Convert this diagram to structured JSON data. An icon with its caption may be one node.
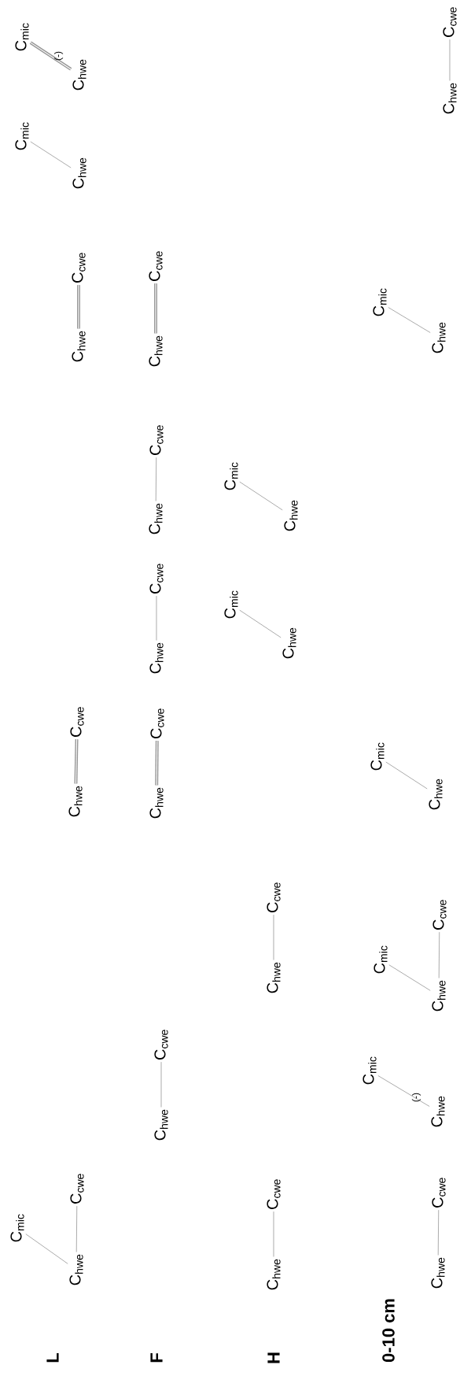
{
  "diagram": {
    "nodes": [
      {
        "text": [
          "C$_{mic}$"
        ]
      },
      {
        "text": [
          "C$_{hwe}$"
        ]
      },
      {
        "text": [
          "C$_{cwe}$"
        ]
      },
      {
        "text": [
          "C$_{hwe}$"
        ]
      },
      {
        "text": [
          "C$_{cwe}$"
        ]
      },
      {
        "text": [
          "C$_{hwe}$"
        ]
      },
      {
        "text": [
          "C$_{cwe}$"
        ]
      },
      {
        "text": [
          "C$_{mic}$"
        ]
      },
      {
        "text": [
          "C$_{hwe}$"
        ]
      },
      {
        "text": [
          "C$_{mic}$"
        ]
      },
      {
        "text": [
          "C$_{hwe}$"
        ]
      },
      {
        "text": [
          "C$_{hwe}$"
        ]
      },
      {
        "text": [
          "C$_{cwe}$"
        ]
      },
      {
        "text": [
          "C$_{hwe}$"
        ]
      },
      {
        "text": [
          "C$_{cwe}$"
        ]
      },
      {
        "text": [
          "C$_{hwe}$"
        ]
      },
      {
        "text": [
          "C$_{cwe}$"
        ]
      },
      {
        "text": [
          "C$_{hwe}$"
        ]
      },
      {
        "text": [
          "C$_{cwe}$"
        ]
      },
      {
        "text": [
          "C$_{hwe}$"
        ]
      },
      {
        "text": [
          "C$_{cwe}$"
        ]
      },
      {
        "text": [
          "C$_{hwe}$"
        ]
      },
      {
        "text": [
          "C$_{cwe}$"
        ]
      },
      {
        "text": [
          "C$_{hwe}$"
        ]
      },
      {
        "text": [
          "C$_{cwe}$"
        ]
      },
      {
        "text": [
          "C$_{mic}$"
        ]
      },
      {
        "text": [
          "C$_{hwe}$"
        ]
      },
      {
        "text": [
          "C$_{mic}$"
        ]
      },
      {
        "text": [
          "C$_{hwe}$"
        ]
      },
      {
        "text": [
          "C$_{hwe}$"
        ]
      },
      {
        "text": [
          "C$_{cwe}$"
        ]
      },
      {
        "text": [
          "C$_{mic}$"
        ]
      },
      {
        "text": [
          "C$_{hwe}$"
        ]
      },
      {
        "text": [
          "C$_{mic}$"
        ]
      },
      {
        "text": [
          "C$_{hwe}$"
        ]
      },
      {
        "text": [
          "C$_{cwe}$"
        ]
      },
      {
        "text": [
          "C$_{mic}$"
        ]
      },
      {
        "text": [
          "C$_{hwe}$"
        ]
      },
      {
        "text": [
          "C$_{mic}$"
        ]
      },
      {
        "text": [
          "C$_{hwe}$"
        ]
      },
      {
        "text": [
          "C$_{hwe}$"
        ]
      },
      {
        "text": [
          "C$_{cwe}$"
        ]
      }
    ],
    "edges": [
      {
        "from": 0,
        "to": 1,
        "arrow": "none"
      },
      {
        "from": 1,
        "to": 2,
        "arrow": "none"
      },
      {
        "from": 3,
        "to": 4,
        "arrow": "none",
        "style": "thick"
      },
      {
        "from": 5,
        "to": 6,
        "arrow": "none",
        "style": "thick"
      },
      {
        "from": 7,
        "to": 8,
        "arrow": "none"
      },
      {
        "from": 9,
        "to": 10,
        "arrow": "none",
        "style": "thick",
        "label": "(-)"
      },
      {
        "from": 11,
        "to": 12,
        "arrow": "none"
      },
      {
        "from": 13,
        "to": 14,
        "arrow": "none",
        "style": "thick"
      },
      {
        "from": 15,
        "to": 16,
        "arrow": "none"
      },
      {
        "from": 17,
        "to": 18,
        "arrow": "none"
      },
      {
        "from": 19,
        "to": 20,
        "arrow": "none",
        "style": "thick"
      },
      {
        "from": 21,
        "to": 22,
        "arrow": "none"
      },
      {
        "from": 23,
        "to": 24,
        "arrow": "none"
      },
      {
        "from": 25,
        "to": 26,
        "arrow": "none"
      },
      {
        "from": 27,
        "to": 28,
        "arrow": "none"
      },
      {
        "from": 29,
        "to": 30,
        "arrow": "none"
      },
      {
        "from": 31,
        "to": 32,
        "arrow": "none",
        "label": "(-)"
      },
      {
        "from": 33,
        "to": 34,
        "arrow": "none"
      },
      {
        "from": 34,
        "to": 35,
        "arrow": "none"
      },
      {
        "from": 36,
        "to": 37,
        "arrow": "none"
      },
      {
        "from": 38,
        "to": 39,
        "arrow": "none"
      },
      {
        "from": 40,
        "to": 41,
        "arrow": "none"
      }
    ],
    "labels": [
      "L",
      "F",
      "H",
      "0-10 cm"
    ]
  }
}
